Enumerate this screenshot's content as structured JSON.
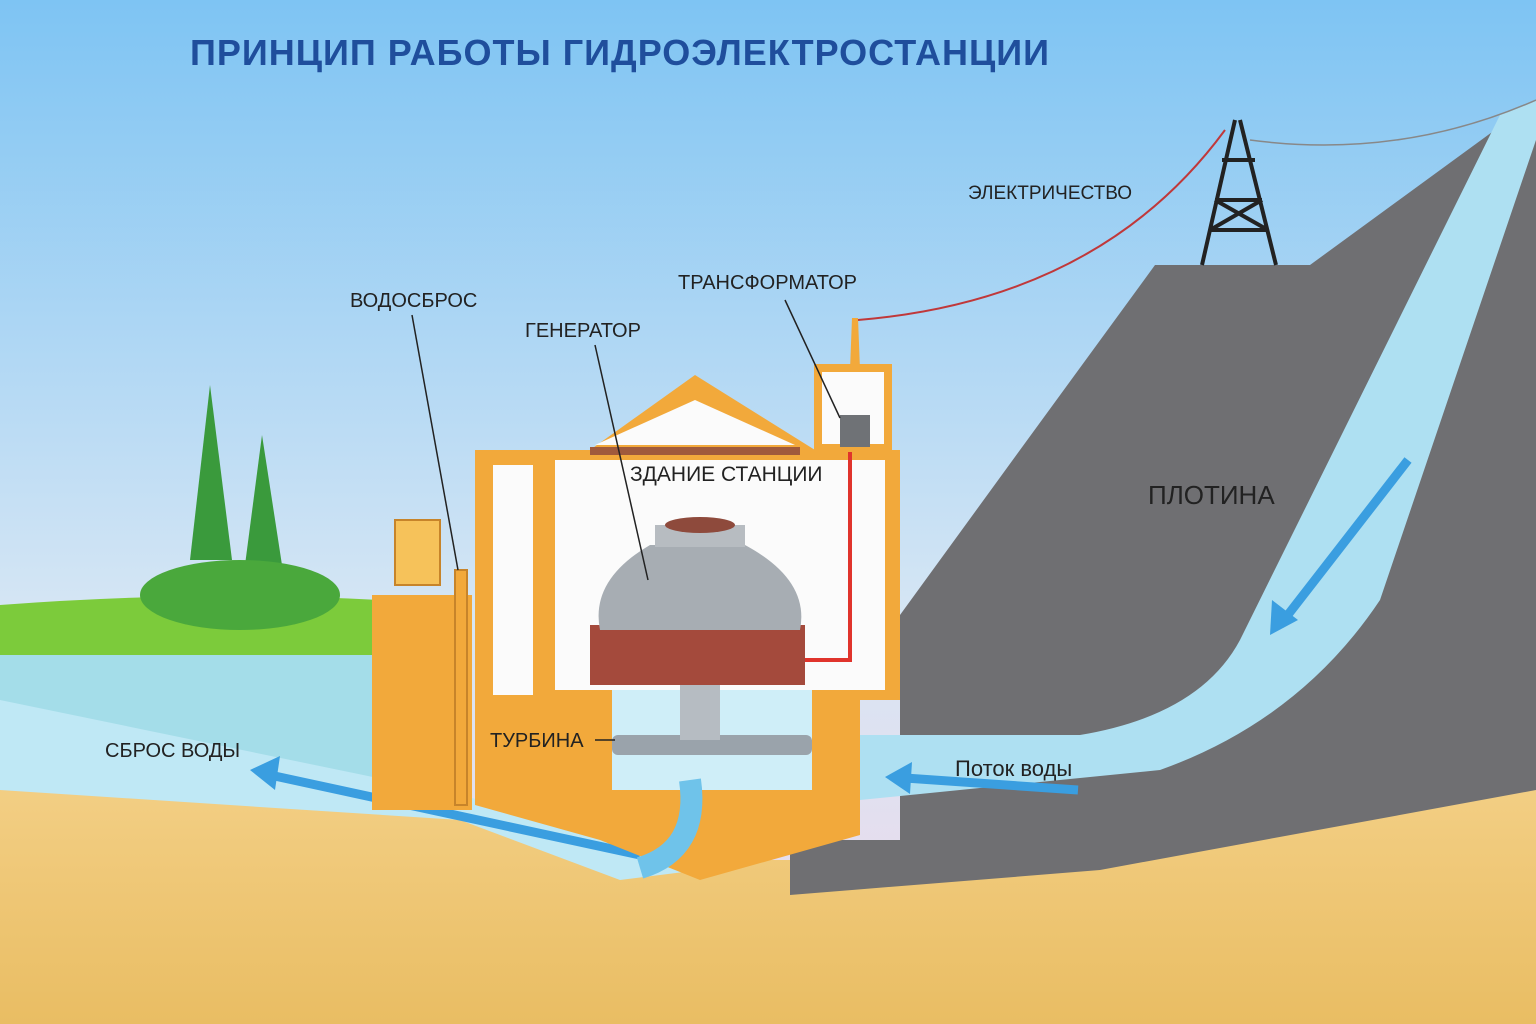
{
  "title": "ПРИНЦИП РАБОТЫ ГИДРОЭЛЕКТРОСТАНЦИИ",
  "labels": {
    "electricity": "ЭЛЕКТРИЧЕСТВО",
    "transformer": "ТРАНСФОРМАТОР",
    "spillway": "ВОДОСБРОС",
    "generator": "ГЕНЕРАТОР",
    "station_building": "ЗДАНИЕ СТАНЦИИ",
    "dam": "ПЛОТИНА",
    "turbine": "ТУРБИНА",
    "water_discharge": "СБРОС ВОДЫ",
    "water_flow": "Поток воды"
  },
  "colors": {
    "title": "#1f4e9c",
    "building": "#f2a93b",
    "water": "#a9dff0",
    "dam": "#6f6f72",
    "arrow": "#3a9ee0"
  }
}
